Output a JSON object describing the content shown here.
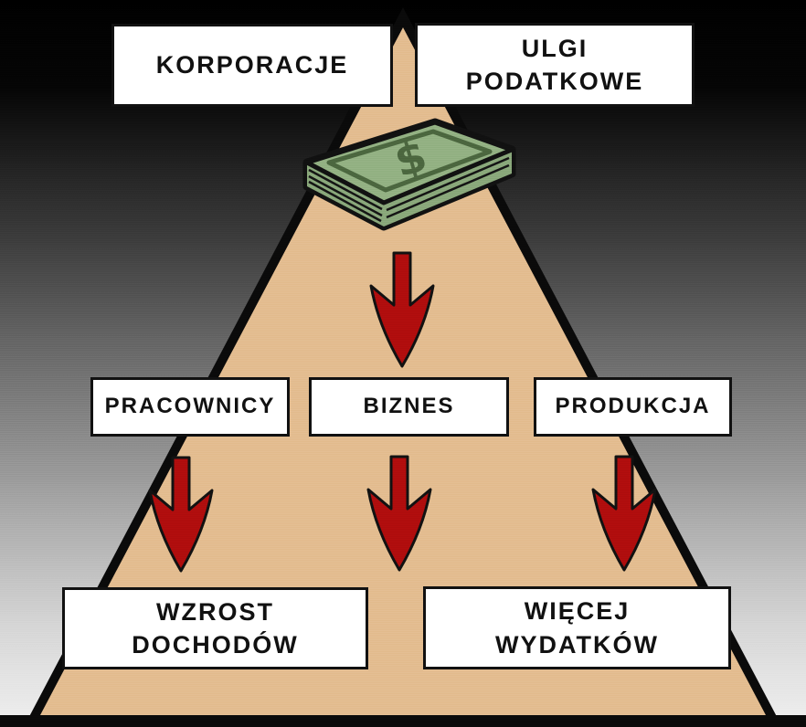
{
  "colors": {
    "background_top": "#000000",
    "background_bottom": "#f0f0f0",
    "pyramid_fill": "#e3bd90",
    "outline": "#111111",
    "arrow_red": "#b00d0d",
    "box_background": "#ffffff",
    "money_green_top": "#93b183",
    "money_green_side": "#8aa87b",
    "money_green_dark": "#4b663f"
  },
  "icons": {
    "money_stack_icon": "stack of dollar bills",
    "down_arrow_icon": "↓"
  },
  "nodes": {
    "korporacje": {
      "label": "KORPORACJE"
    },
    "ulgi_podatkowe": {
      "line1": "ULGI",
      "line2": "PODATKOWE"
    },
    "pracownicy": {
      "label": "PRACOWNICY"
    },
    "biznes": {
      "label": "BIZNES"
    },
    "produkcja": {
      "label": "PRODUKCJA"
    },
    "wzrost_dochodow": {
      "line1": "WZROST",
      "line2": "DOCHODÓW"
    },
    "wiecej_wydatkow": {
      "line1": "WIĘCEJ",
      "line2": "WYDATKÓW"
    }
  }
}
